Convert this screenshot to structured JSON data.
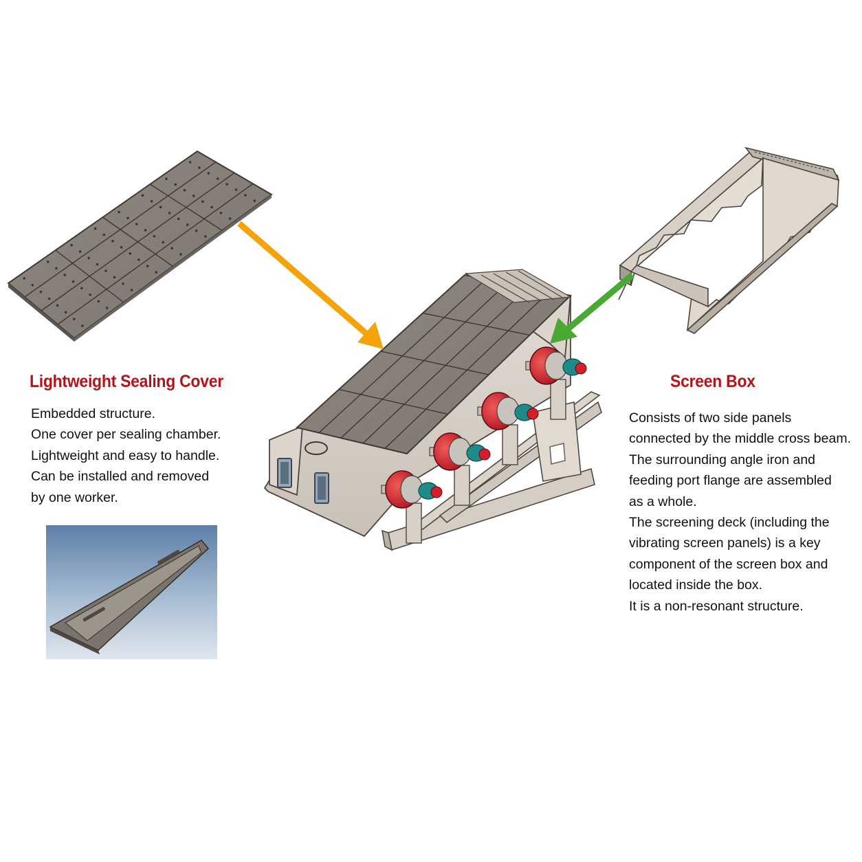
{
  "colors": {
    "heading": "#b3141c",
    "arrow_cover": "#f5a30a",
    "arrow_box": "#4aa934",
    "steel": "#928b83",
    "motor_red": "#d41f2a",
    "motor_teal": "#1f8a8a"
  },
  "sealing_cover": {
    "title": "Lightweight Sealing Cover",
    "lines": [
      "Embedded structure.",
      "One cover per sealing chamber.",
      "Lightweight and easy to handle.",
      "Can be installed and removed",
      "by one worker."
    ]
  },
  "screen_box": {
    "title": "Screen Box",
    "lines": [
      "Consists of two side panels",
      "connected by the middle cross beam.",
      "The surrounding angle iron and",
      "feeding port flange are assembled",
      "as a whole.",
      "The screening deck (including the",
      "vibrating screen panels) is a key",
      "component of the screen box and",
      "located inside the box.",
      "It is a non-resonant structure."
    ]
  }
}
